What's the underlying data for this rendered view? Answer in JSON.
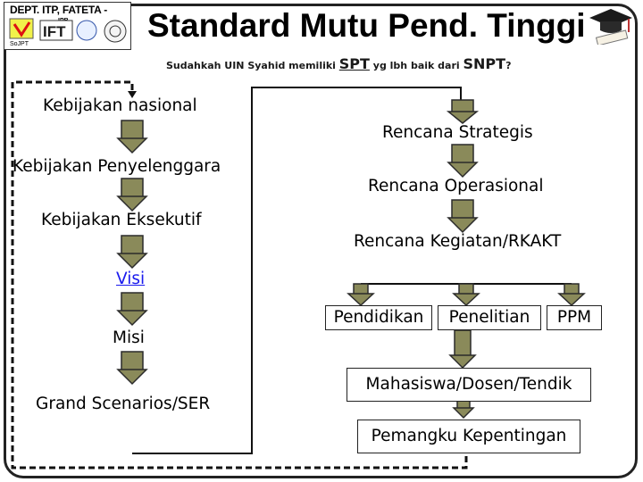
{
  "header": {
    "dept_text": "DEPT. ITP, FATETA -",
    "ipb_text": "IPB",
    "spt_text": "SoJPT",
    "title": "Standard Mutu Pend. Tinggi",
    "subtitle": {
      "part1": "Sudahkah UIN Syahid memiliki ",
      "spt": "SPT",
      "part2": " yg lbh baik dari ",
      "snpt": "SNPT",
      "part3": "?"
    }
  },
  "left_column": {
    "items": [
      "Kebijakan  nasional",
      "Kebijakan  Penyelenggara",
      "Kebijakan  Eksekutif",
      "Visi",
      "Misi",
      "Grand Scenarios/SER"
    ]
  },
  "right_column": {
    "items": [
      "Rencana Strategis",
      "Rencana Operasional",
      "Rencana Kegiatan/RKAKT"
    ],
    "branches": [
      "Pendidikan",
      "Penelitian",
      "PPM"
    ],
    "box_mid": "Mahasiswa/Dosen/Tendik",
    "box_bottom": "Pemangku Kepentingan"
  },
  "colors": {
    "arrow_fill": "#8a8a5a",
    "arrow_stroke": "#2b2b2b",
    "link": "#1a1aee"
  }
}
